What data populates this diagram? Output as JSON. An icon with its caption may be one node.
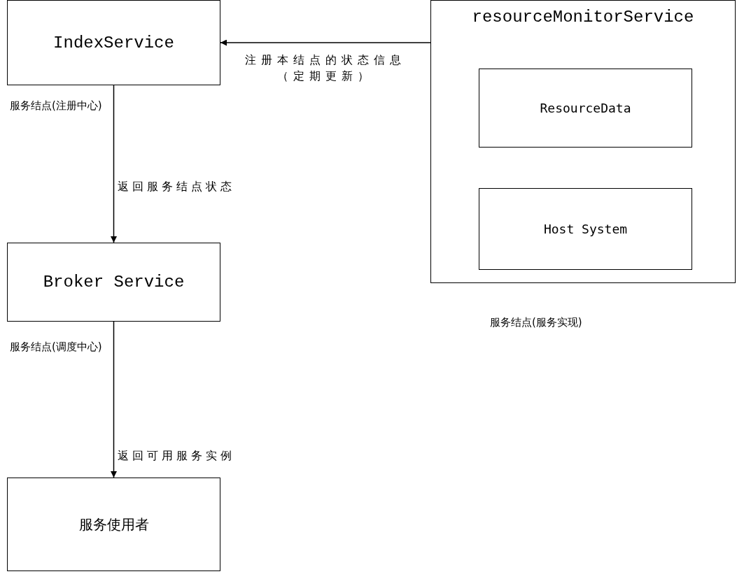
{
  "diagram": {
    "nodes": [
      {
        "text": [
          "IndexService"
        ],
        "beside": [
          "服务结点(注册中心)"
        ]
      },
      {
        "text": [
          "resourceMonitorService"
        ],
        "beside": [
          "服务结点(服务实现)"
        ]
      },
      {
        "text": [
          "ResourceData"
        ],
        "in": 1
      },
      {
        "text": [
          "Host System"
        ],
        "in": 1
      },
      {
        "text": [
          "Broker Service"
        ],
        "beside": [
          "服务结点(调度中心)"
        ]
      },
      {
        "text": [
          "服务使用者"
        ]
      }
    ],
    "edges": [
      {
        "from": 1,
        "to": 0,
        "arrow": "to",
        "label": "注册本结点的状态信息（定期更新）"
      },
      {
        "from": 0,
        "to": 4,
        "arrow": "to",
        "label": "返回服务结点状态"
      },
      {
        "from": 4,
        "to": 5,
        "arrow": "to",
        "label": "返回可用服务实例"
      }
    ]
  }
}
